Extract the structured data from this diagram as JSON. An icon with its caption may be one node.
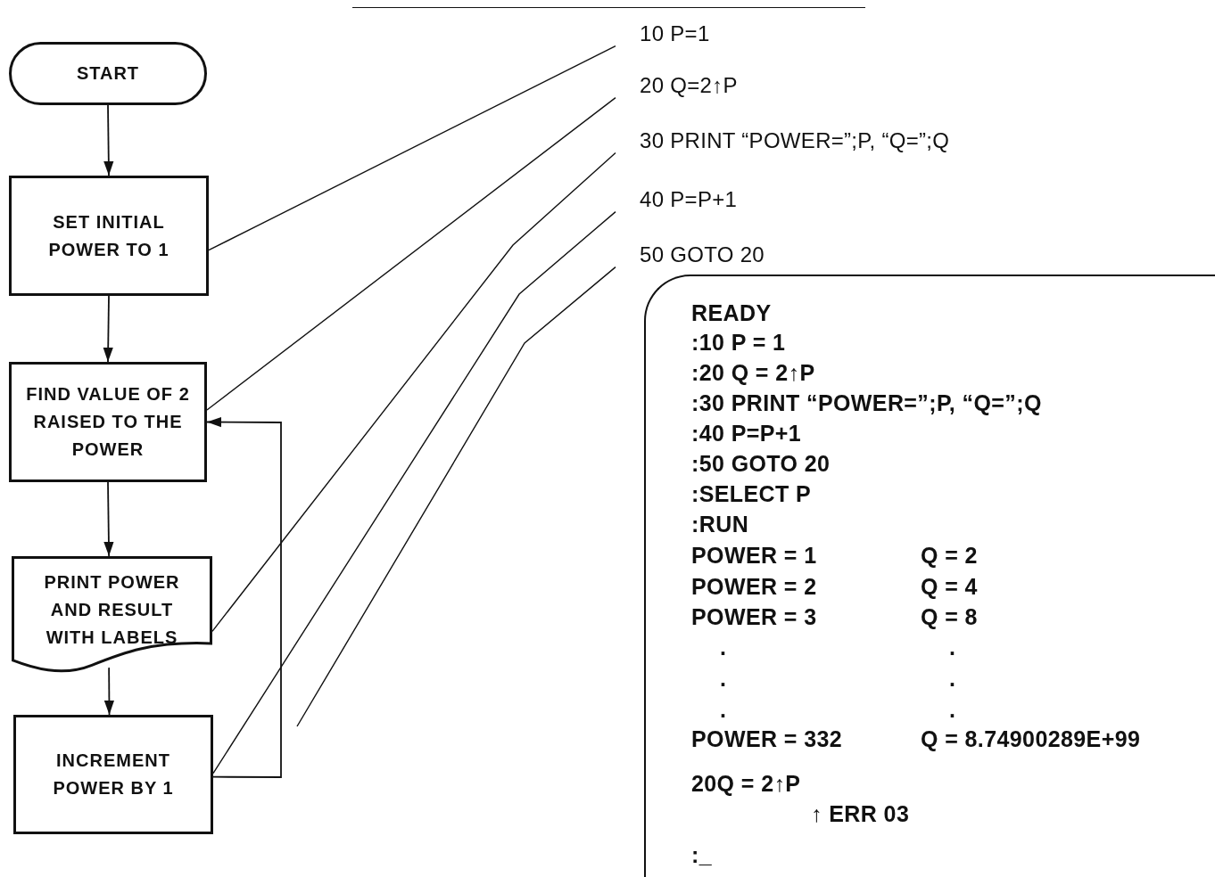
{
  "diagram": {
    "nodes": [
      {
        "text": [
          "START"
        ]
      },
      {
        "text": [
          "SET INITIAL POWER TO 1"
        ]
      },
      {
        "text": [
          "FIND VALUE OF 2 RAISED TO THE POWER"
        ]
      },
      {
        "text": [
          "PRINT POWER AND RESULT WITH LABELS"
        ]
      },
      {
        "text": [
          "INCREMENT POWER BY 1"
        ]
      },
      {
        "text": [
          "10 P=1"
        ]
      },
      {
        "text": [
          "20 Q=2↑P"
        ]
      },
      {
        "text": [
          "30 PRINT “POWER=”;P, “Q=”;Q"
        ]
      },
      {
        "text": [
          "40 P=P+1"
        ]
      },
      {
        "text": [
          "50 GOTO 20"
        ]
      },
      {
        "text": [
          "READY",
          ":10 P = 1",
          ":20 Q = 2↑P",
          ":30 PRINT “POWER=”;P, “Q=”;Q",
          ":40 P=P+1",
          ":50 GOTO 20",
          ":SELECT P",
          ":RUN",
          "POWER = 1",
          "Q = 2",
          "POWER = 2",
          "Q = 4",
          "POWER = 3",
          "Q = 8",
          ".",
          ".",
          ".",
          ".",
          ".",
          ".",
          "POWER = 332",
          "Q = 8.74900289E+99",
          "20Q = 2↑P",
          "↑ ERR 03",
          ":_"
        ]
      }
    ],
    "edges": [
      {
        "from": 0,
        "to": 1,
        "arrow": "to"
      },
      {
        "from": 1,
        "to": 2,
        "arrow": "to"
      },
      {
        "from": 2,
        "to": 3,
        "arrow": "to"
      },
      {
        "from": 3,
        "to": 4,
        "arrow": "to"
      },
      {
        "from": 4,
        "to": 2,
        "arrow": "to"
      },
      {
        "from": 5,
        "to": 1,
        "arrow": "none"
      },
      {
        "from": 6,
        "to": 2,
        "arrow": "none"
      },
      {
        "from": 7,
        "to": 3,
        "arrow": "none"
      },
      {
        "from": 8,
        "to": 4,
        "arrow": "none"
      },
      {
        "from": 9,
        "to": null,
        "arrow": "none"
      }
    ]
  }
}
